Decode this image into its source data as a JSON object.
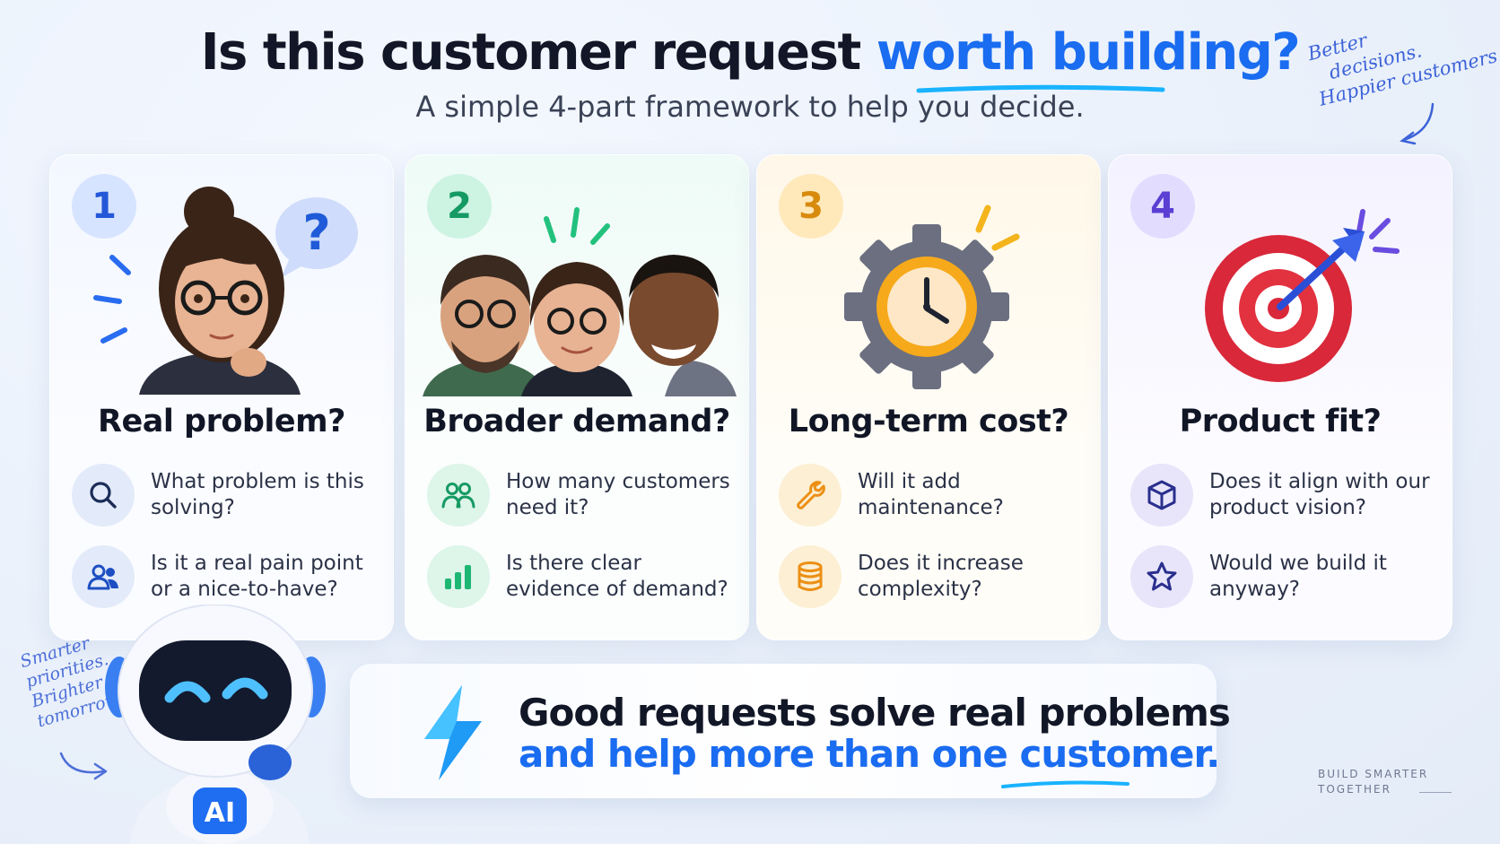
{
  "header": {
    "title_main": "Is this customer request ",
    "title_accent": "worth building?",
    "subtitle": "A simple 4-part framework to help you decide."
  },
  "notes": {
    "top_right": [
      "Better",
      "decisions.",
      "Happier customers."
    ],
    "bottom_left": [
      "Smarter",
      "priorities.",
      "Brighter",
      "tomorrow."
    ]
  },
  "cards": [
    {
      "number": "1",
      "title": "Real problem?",
      "illustration": "thinking-woman-with-question-bubble",
      "items": [
        {
          "icon": "search-icon",
          "text": "What problem is this solving?"
        },
        {
          "icon": "users-icon",
          "text": "Is it a real pain point or a nice-to-have?"
        }
      ]
    },
    {
      "number": "2",
      "title": "Broader demand?",
      "illustration": "group-of-three-people",
      "items": [
        {
          "icon": "people-icon",
          "text": "How many customers need it?"
        },
        {
          "icon": "bar-chart-icon",
          "text": "Is there clear evidence of demand?"
        }
      ]
    },
    {
      "number": "3",
      "title": "Long-term cost?",
      "illustration": "gear-with-clock",
      "items": [
        {
          "icon": "wrench-icon",
          "text": "Will it add maintenance?"
        },
        {
          "icon": "database-icon",
          "text": "Does it increase complexity?"
        }
      ]
    },
    {
      "number": "4",
      "title": "Product fit?",
      "illustration": "target-with-dart",
      "items": [
        {
          "icon": "cube-icon",
          "text": "Does it align with our product vision?"
        },
        {
          "icon": "star-icon",
          "text": "Would we build it anyway?"
        }
      ]
    }
  ],
  "banner": {
    "line1": "Good requests solve real problems",
    "line2": "and help more than one customer."
  },
  "robot": {
    "badge": "AI"
  },
  "footer": {
    "line1": "BUILD SMARTER",
    "line2": "TOGETHER"
  },
  "colors": {
    "accent_blue": "#1a6cf0",
    "card1": "#2458d8",
    "card2": "#159a64",
    "card3": "#d88a0c",
    "card4": "#5b3fd3"
  }
}
